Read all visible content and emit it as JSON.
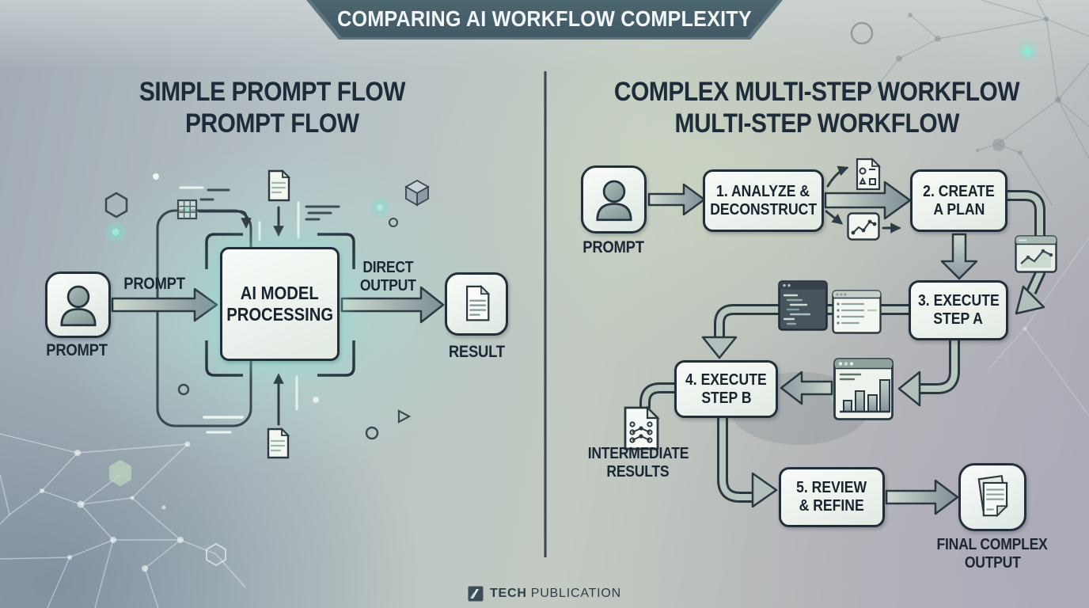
{
  "banner": {
    "title": "COMPARING AI WORKFLOW COMPLEXITY"
  },
  "left_panel": {
    "heading_line1": "SIMPLE PROMPT FLOW",
    "heading_line2": "PROMPT FLOW",
    "prompt_icon_label": "PROMPT",
    "arrow_label": "PROMPT",
    "process_box_line1": "AI MODEL",
    "process_box_line2": "PROCESSING",
    "output_arrow_label_line1": "DIRECT",
    "output_arrow_label_line2": "OUTPUT",
    "result_label": "RESULT"
  },
  "right_panel": {
    "heading_line1": "COMPLEX MULTI-STEP WORKFLOW",
    "heading_line2": "MULTI-STEP WORKFLOW",
    "prompt_icon_label": "PROMPT",
    "steps": [
      {
        "line1": "1. ANALYZE &",
        "line2": "DECONSTRUCT"
      },
      {
        "line1": "2. CREATE",
        "line2": "A PLAN"
      },
      {
        "line1": "3. EXECUTE",
        "line2": "STEP A"
      },
      {
        "line1": "4. EXECUTE",
        "line2": "STEP B"
      },
      {
        "line1": "5. REVIEW",
        "line2": "& REFINE"
      }
    ],
    "intermediate_label_line1": "INTERMEDIATE",
    "intermediate_label_line2": "RESULTS",
    "final_label_line1": "FINAL COMPLEX",
    "final_label_line2": "OUTPUT"
  },
  "footer": {
    "brand_bold": "TECH",
    "brand_regular": "PUBLICATION"
  },
  "icons": {
    "user": "person-silhouette-in-rounded-square",
    "result_document": "page-with-text-lines",
    "spec_document": "page-with-circle-triangle-square",
    "line_chart": "zigzag-line-with-dots",
    "chart_window": "browser-window-line-chart",
    "code_window": "dark-code-editor-window",
    "text_window": "light-text-window",
    "bar_chart_window": "browser-window-bar-chart",
    "intermediate_document": "page-with-node-graph",
    "final_output": "stacked-documents-in-rounded-square",
    "publisher_logo": "square-with-diagonal-stripes",
    "decor": [
      "hexagon",
      "cube",
      "play-triangle",
      "constellation-network"
    ]
  },
  "colors": {
    "banner_bg": "#46606b",
    "box_bg": "#eef4ef",
    "box_border": "#212e37",
    "text_dark": "#1e2c39",
    "glow_teal": "#8fe3d3",
    "pipe_fill": "#b9c6bf",
    "pipe_outline": "#2b3840",
    "divider": "#37474f"
  }
}
